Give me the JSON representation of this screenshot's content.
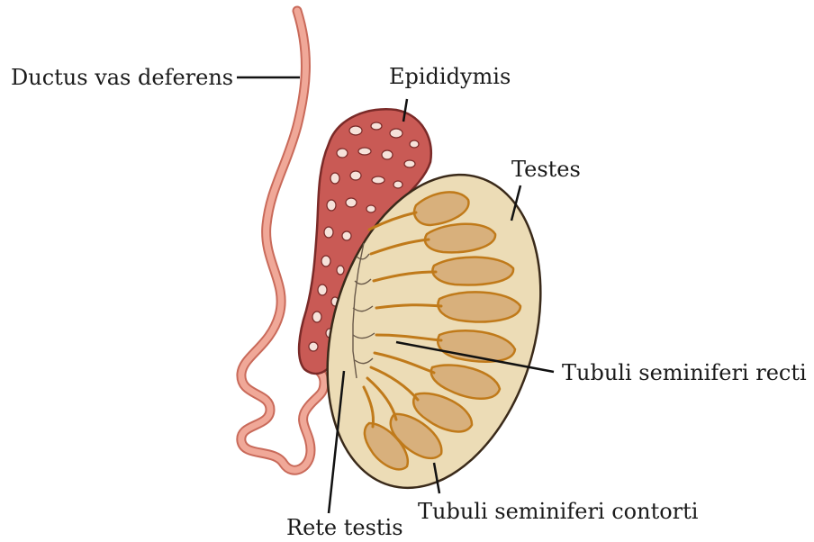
{
  "labels": {
    "ductus_vas_deferens": "Ductus vas deferens",
    "epididymis": "Epididymis",
    "testes": "Testes",
    "tubuli_seminiferi_recti": "Tubuli seminiferi recti",
    "tubuli_seminiferi_contorti": "Tubuli seminiferi contorti",
    "rete_testis": "Rete testis"
  },
  "colors": {
    "background": "#ffffff",
    "label_text": "#1a1a1a",
    "leader_line": "#111111",
    "vas_deferens_fill": "#f0a898",
    "vas_deferens_outline": "#c96a5a",
    "epididymis_fill": "#c95a55",
    "epididymis_outline": "#7a2a28",
    "epididymis_lumen": "#f6e2da",
    "testis_fill": "#ecdcb6",
    "testis_outline": "#3a2a1a",
    "tubule_fill": "#d8b07c",
    "tubule_outline": "#c07a1a",
    "rete_lines": "#6a5a4a"
  }
}
